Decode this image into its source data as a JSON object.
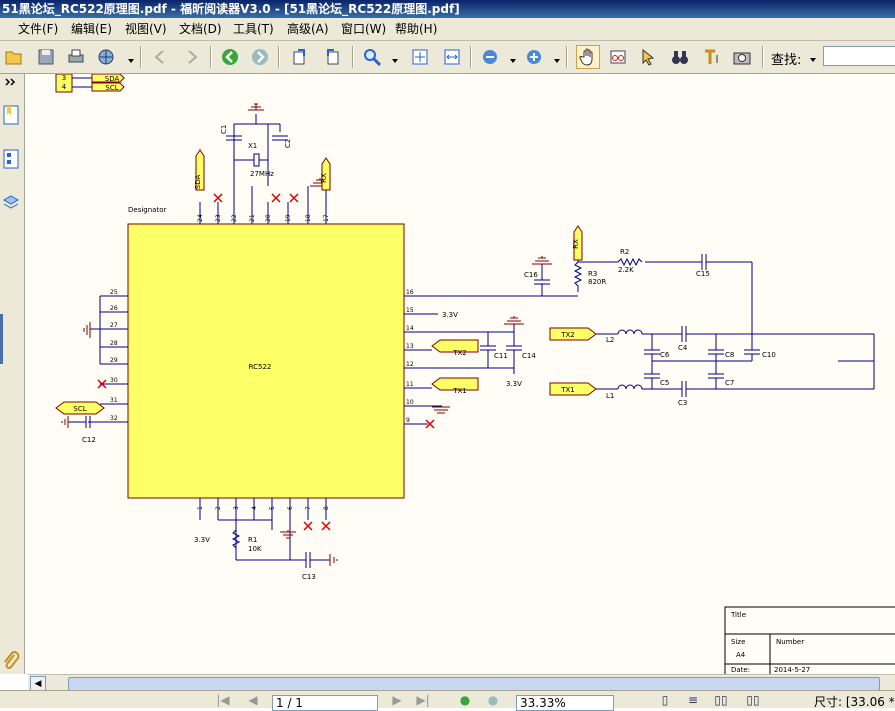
{
  "window": {
    "title": "51黑论坛_RC522原理图.pdf - 福昕阅读器V3.0 - [51黑论坛_RC522原理图.pdf]"
  },
  "menu": [
    {
      "label": "文件(F)"
    },
    {
      "label": "编辑(E)"
    },
    {
      "label": "视图(V)"
    },
    {
      "label": "文档(D)"
    },
    {
      "label": "工具(T)"
    },
    {
      "label": "高级(A)"
    },
    {
      "label": "窗口(W)"
    },
    {
      "label": "帮助(H)"
    }
  ],
  "toolbar": {
    "find_label": "查找:",
    "icons": [
      "open-icon",
      "save-icon",
      "print-icon",
      "email-icon",
      "previous-view-icon",
      "next-view-icon",
      "back-icon",
      "forward-icon",
      "rotate-left-icon",
      "rotate-right-icon",
      "zoom-in-icon",
      "fit-page-icon",
      "fit-width-icon",
      "zoom-out-minus-icon",
      "zoom-in-plus-icon",
      "hand-icon",
      "snapshot-glasses-icon",
      "select-arrow-icon",
      "find-binoculars-icon",
      "text-tool-icon",
      "camera-icon"
    ]
  },
  "status": {
    "page": "1 / 1",
    "zoom": "33.33%",
    "coord": "尺寸: [33.06 *"
  },
  "schematic": {
    "chip_name": "RC522",
    "designator": "Designator",
    "top_pins": [
      "24",
      "23",
      "22",
      "21",
      "20",
      "19",
      "18",
      "17"
    ],
    "left_pins": [
      "25",
      "26",
      "27",
      "28",
      "29",
      "30",
      "31",
      "32"
    ],
    "right_pins": [
      "16",
      "15",
      "14",
      "13",
      "12",
      "11",
      "10",
      "9"
    ],
    "bottom_pins": [
      "1",
      "2",
      "3",
      "4",
      "5",
      "6",
      "7",
      "8"
    ],
    "ports": {
      "sda": "SDA",
      "scl": "SCL",
      "rx": "RX",
      "tx1": "TX1",
      "tx2": "TX2"
    },
    "labels": {
      "c1": "C1",
      "c2": "C2",
      "x1": "X1",
      "freq": "27MHz",
      "c16": "C16",
      "r2": "R2",
      "r2v": "2.2K",
      "c15": "C15",
      "r3": "R3",
      "r3v": "820R",
      "vcc": "3.3V",
      "c11": "C11",
      "c14": "C14",
      "c12": "C12",
      "r1": "R1",
      "r1v": "10K",
      "c13": "C13",
      "l2": "L2",
      "l1": "L1",
      "c4": "C4",
      "c3": "C3",
      "c6": "C6",
      "c5": "C5",
      "c8": "C8",
      "c7": "C7",
      "c10": "C10",
      "hdr3": "3",
      "hdr4": "4"
    },
    "title_block": {
      "title": "Title",
      "size": "Size",
      "size_val": "A4",
      "number": "Number",
      "date": "Date:",
      "date_val": "2014-5-27"
    }
  }
}
